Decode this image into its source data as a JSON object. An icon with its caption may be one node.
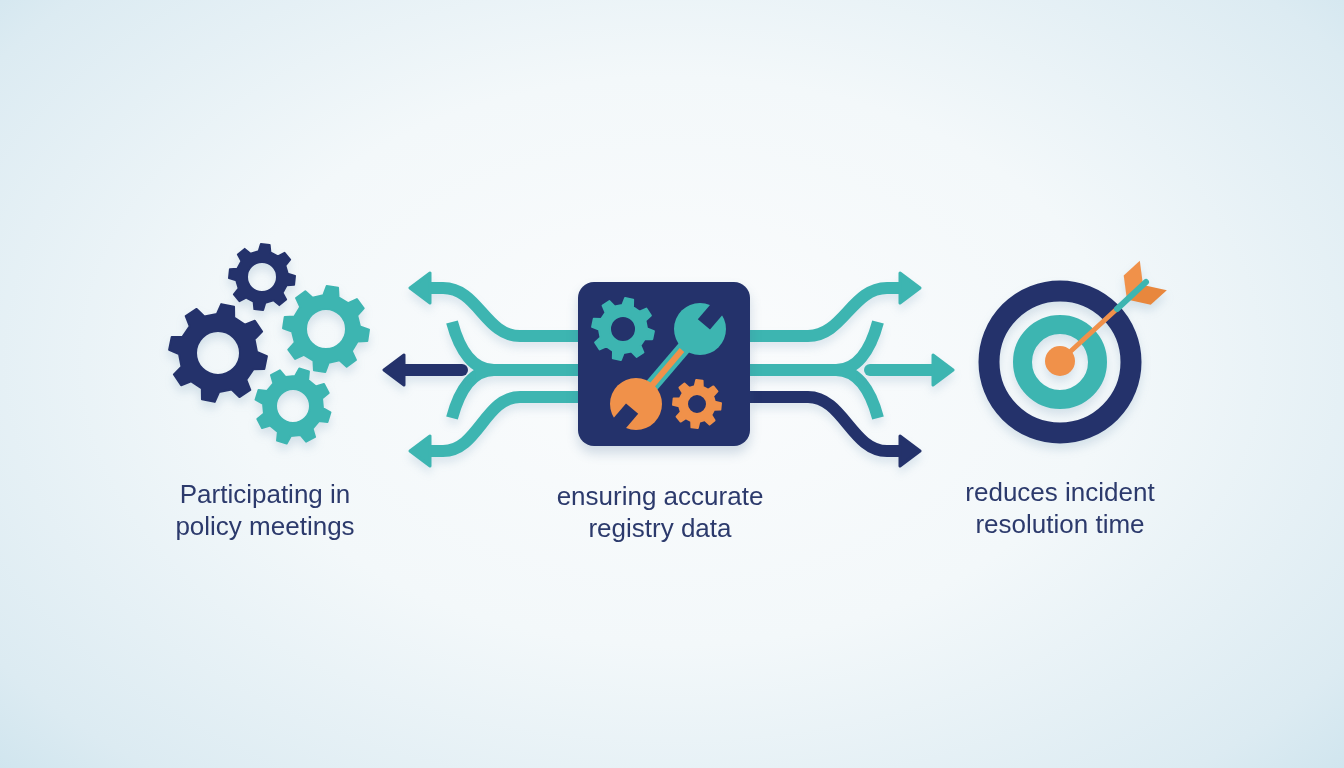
{
  "diagram": {
    "nodes": [
      {
        "text": [],
        "shape": "picture",
        "beside": [
          "Participating in policy meetings"
        ]
      },
      {
        "text": [],
        "shape": "box",
        "beside": [
          "ensuring accurate registry data"
        ]
      },
      {
        "text": [],
        "shape": "picture",
        "beside": [
          "reduces incident resolution time"
        ]
      }
    ],
    "edges": [
      {
        "from": 1,
        "to": 0,
        "arrow": "to"
      },
      {
        "from": null,
        "to": 0,
        "arrow": "to",
        "color": "#24326b"
      },
      {
        "from": 1,
        "to": 0,
        "arrow": "to"
      },
      {
        "from": 1,
        "to": 2,
        "arrow": "to"
      },
      {
        "from": null,
        "to": 2,
        "arrow": "to"
      },
      {
        "from": 1,
        "to": 2,
        "arrow": "to",
        "color": "#24326b"
      }
    ]
  }
}
